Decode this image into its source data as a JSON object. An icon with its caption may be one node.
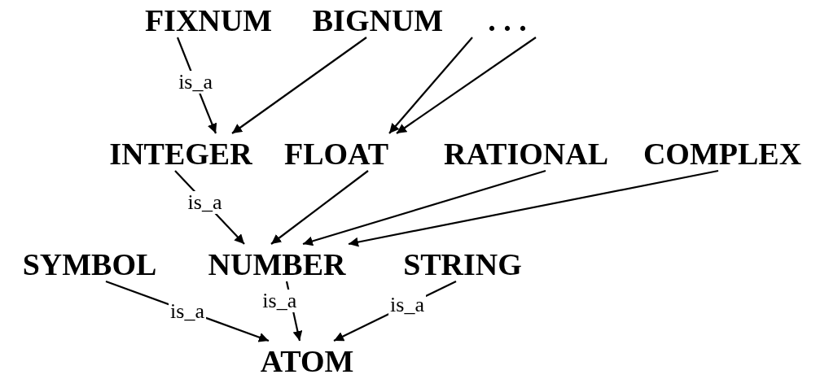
{
  "diagram": {
    "nodes": [
      {
        "text": [
          "FIXNUM"
        ]
      },
      {
        "text": [
          "BIGNUM"
        ]
      },
      {
        "text": [
          ". . ."
        ]
      },
      {
        "text": [
          "INTEGER"
        ]
      },
      {
        "text": [
          "FLOAT"
        ]
      },
      {
        "text": [
          "RATIONAL"
        ]
      },
      {
        "text": [
          "COMPLEX"
        ]
      },
      {
        "text": [
          "SYMBOL"
        ]
      },
      {
        "text": [
          "NUMBER"
        ]
      },
      {
        "text": [
          "STRING"
        ]
      },
      {
        "text": [
          "ATOM"
        ]
      }
    ],
    "edges": [
      {
        "from": 0,
        "to": 3,
        "arrow": "to",
        "label": "is_a"
      },
      {
        "from": 1,
        "to": 3,
        "arrow": "to"
      },
      {
        "from": 2,
        "to": 4,
        "arrow": "to"
      },
      {
        "from": 2,
        "to": 4,
        "arrow": "to"
      },
      {
        "from": 3,
        "to": 8,
        "arrow": "to",
        "label": "is_a"
      },
      {
        "from": 4,
        "to": 8,
        "arrow": "to"
      },
      {
        "from": 5,
        "to": 8,
        "arrow": "to"
      },
      {
        "from": 6,
        "to": 8,
        "arrow": "to"
      },
      {
        "from": 7,
        "to": 10,
        "arrow": "to",
        "label": "is_a"
      },
      {
        "from": 8,
        "to": 10,
        "arrow": "to",
        "label": "is_a"
      },
      {
        "from": 9,
        "to": 10,
        "arrow": "to",
        "label": "is_a"
      }
    ]
  }
}
